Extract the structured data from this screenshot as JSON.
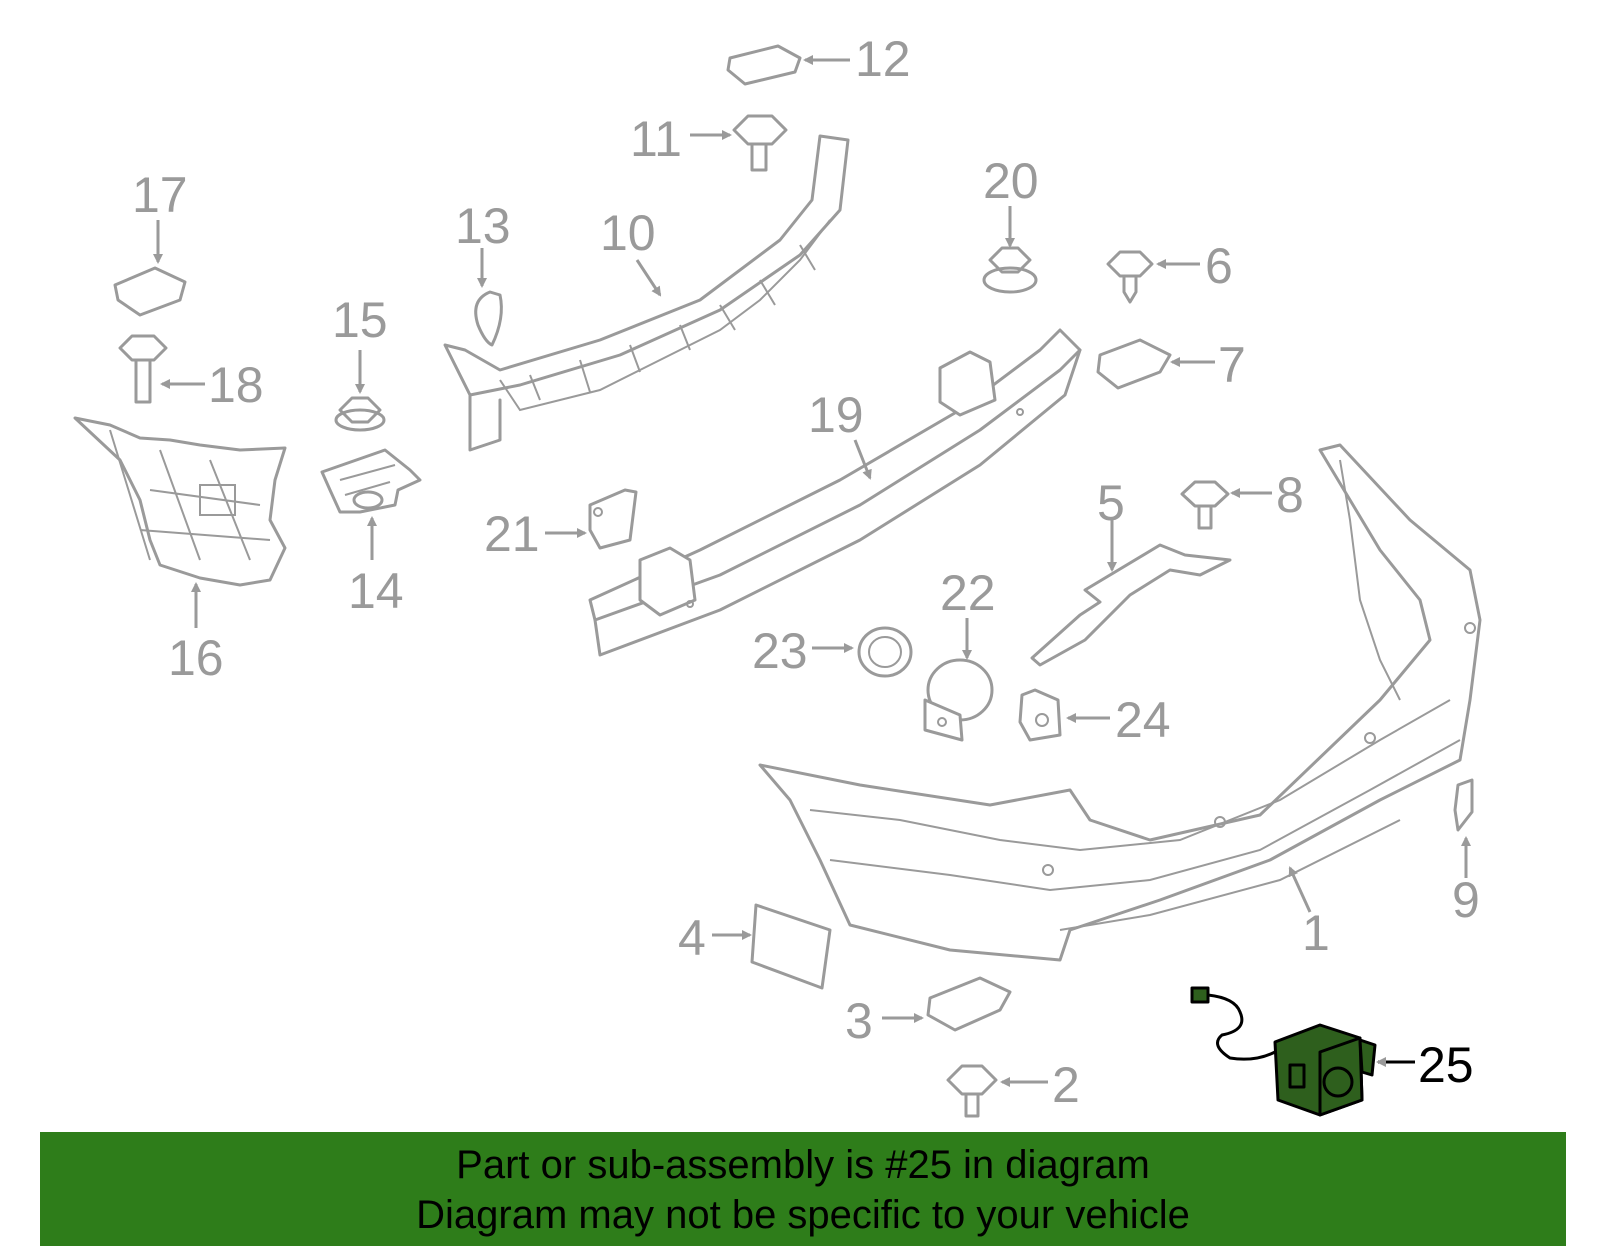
{
  "callouts": {
    "p1": "1",
    "p2": "2",
    "p3": "3",
    "p4": "4",
    "p5": "5",
    "p6": "6",
    "p7": "7",
    "p8": "8",
    "p9": "9",
    "p10": "10",
    "p11": "11",
    "p12": "12",
    "p13": "13",
    "p14": "14",
    "p15": "15",
    "p16": "16",
    "p17": "17",
    "p18": "18",
    "p19": "19",
    "p20": "20",
    "p21": "21",
    "p22": "22",
    "p23": "23",
    "p24": "24",
    "p25": "25"
  },
  "highlighted_part": "25",
  "colors": {
    "line_art": "#9a9a9a",
    "highlight_fill": "#2e5f1d",
    "banner_bg": "#2e7d1a"
  },
  "banner": {
    "line1": "Part or sub-assembly is #25 in diagram",
    "line2": "Diagram may not be specific to your vehicle"
  }
}
